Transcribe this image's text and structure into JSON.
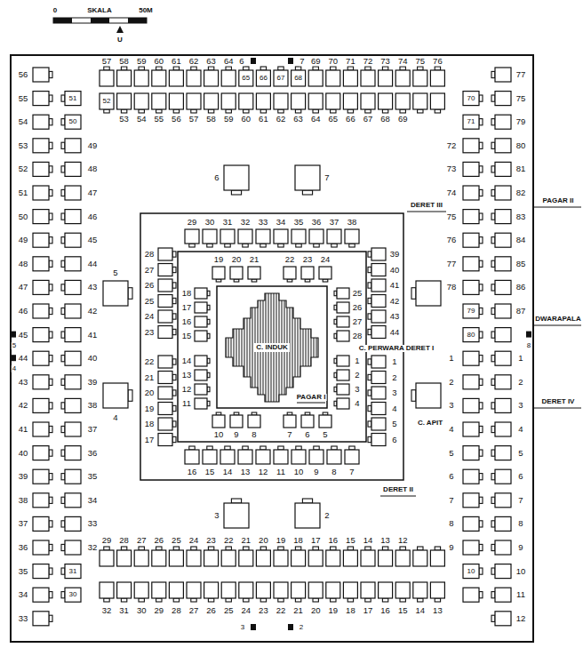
{
  "diagram": {
    "nodes": [
      {
        "text": [
          "C. INDUK"
        ]
      }
    ],
    "labels": [
      "0",
      "SKALA",
      "50M",
      "U",
      "57",
      "58",
      "59",
      "60",
      "61",
      "62",
      "63",
      "64",
      "6",
      "7",
      "65",
      "66",
      "67",
      "68",
      "69",
      "70",
      "71",
      "72",
      "73",
      "74",
      "75",
      "76",
      "52",
      "53",
      "54",
      "55",
      "56",
      "57",
      "58",
      "59",
      "60",
      "61",
      "62",
      "63",
      "64",
      "65",
      "66",
      "67",
      "68",
      "69",
      "56",
      "55",
      "54",
      "53",
      "52",
      "51",
      "50",
      "49",
      "48",
      "47",
      "46",
      "45",
      "44",
      "43",
      "42",
      "41",
      "40",
      "39",
      "38",
      "37",
      "36",
      "35",
      "34",
      "33",
      "51",
      "50",
      "49",
      "48",
      "47",
      "46",
      "45",
      "44",
      "43",
      "42",
      "41",
      "40",
      "39",
      "38",
      "37",
      "36",
      "35",
      "34",
      "33",
      "32",
      "31",
      "30",
      "5",
      "4",
      "77",
      "75",
      "79",
      "80",
      "81",
      "82",
      "83",
      "84",
      "85",
      "86",
      "87",
      "8",
      "1",
      "2",
      "3",
      "4",
      "5",
      "6",
      "7",
      "8",
      "9",
      "10",
      "11",
      "12",
      "70",
      "71",
      "72",
      "73",
      "74",
      "75",
      "76",
      "77",
      "78",
      "79",
      "80",
      "1",
      "2",
      "3",
      "4",
      "5",
      "6",
      "7",
      "8",
      "9",
      "10",
      "29",
      "28",
      "27",
      "26",
      "25",
      "24",
      "23",
      "22",
      "21",
      "20",
      "19",
      "18",
      "17",
      "16",
      "15",
      "14",
      "13",
      "12",
      "32",
      "31",
      "30",
      "29",
      "28",
      "27",
      "26",
      "25",
      "24",
      "23",
      "22",
      "21",
      "20",
      "19",
      "18",
      "17",
      "16",
      "15",
      "14",
      "13",
      "3",
      "2",
      "6",
      "7",
      "5",
      "4",
      "3",
      "2",
      "29",
      "30",
      "31",
      "32",
      "33",
      "34",
      "35",
      "36",
      "37",
      "38",
      "39",
      "40",
      "41",
      "42",
      "43",
      "44",
      "1",
      "2",
      "3",
      "4",
      "5",
      "6",
      "16",
      "15",
      "14",
      "13",
      "12",
      "11",
      "10",
      "9",
      "8",
      "7",
      "22",
      "21",
      "20",
      "19",
      "18",
      "17",
      "28",
      "27",
      "26",
      "25",
      "24",
      "23",
      "19",
      "20",
      "21",
      "22",
      "23",
      "24",
      "25",
      "26",
      "27",
      "28",
      "1",
      "2",
      "3",
      "4",
      "10",
      "9",
      "8",
      "7",
      "6",
      "5",
      "14",
      "13",
      "12",
      "11",
      "18",
      "17",
      "16",
      "15",
      "DERET III",
      "DERET II",
      "C. PERWARA DERET I",
      "PAGAR I",
      "C. APIT",
      "PAGAR II",
      "DWARAPALA",
      "DERET IV"
    ]
  }
}
